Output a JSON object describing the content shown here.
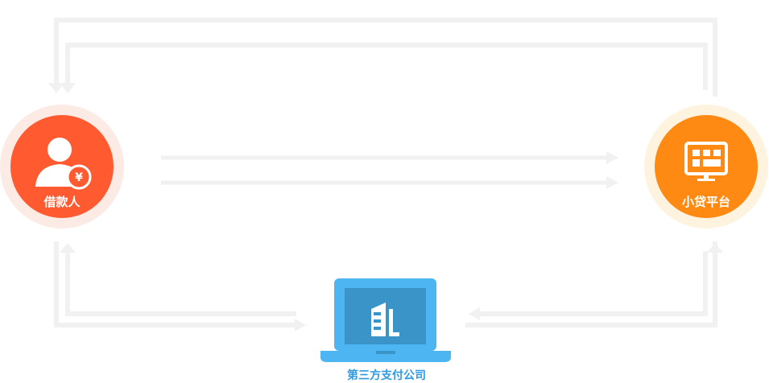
{
  "nodes": {
    "borrower": {
      "label": "借款人",
      "icon": "person-with-yen-icon"
    },
    "platform": {
      "label": "小贷平台",
      "icon": "monitor-dashboard-icon"
    },
    "payment": {
      "label": "第三方支付公司",
      "icon": "laptop-building-icon"
    }
  },
  "colors": {
    "borrower_fill": "#FF5A30",
    "borrower_halo": "#FCEAE5",
    "platform_fill": "#FF8A13",
    "platform_halo": "#FEF3DF",
    "payment_blue": "#4DB6F2",
    "payment_dark": "#3B94C8",
    "payment_label": "#2E9BE0",
    "arrow": "#F1F1F1"
  }
}
